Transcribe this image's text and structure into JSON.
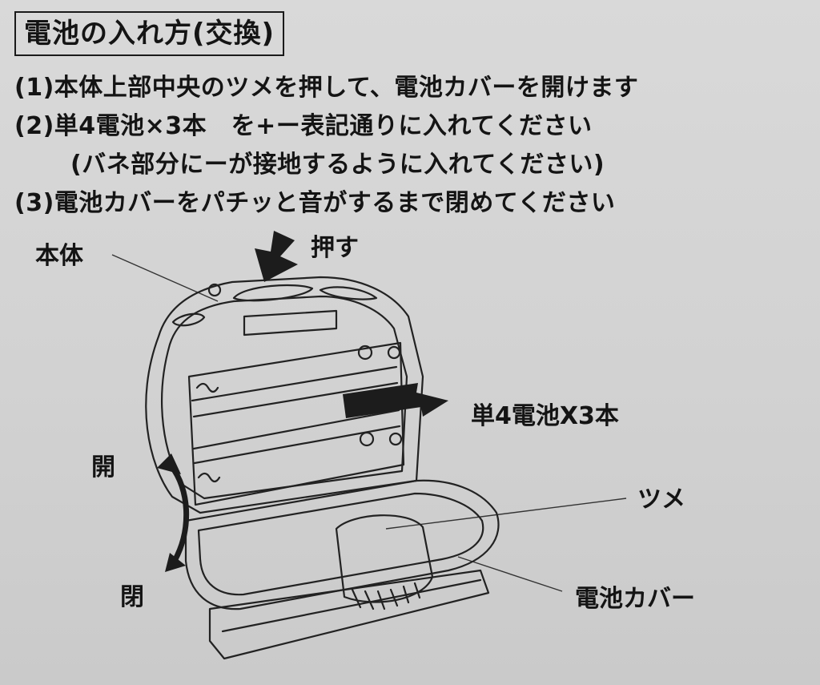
{
  "heading": "電池の入れ方(交換)",
  "steps": {
    "s1": "(1)本体上部中央のツメを押して、電池カバーを開けます",
    "s2": "(2)単4電池×3本　を+ー表記通りに入れてください",
    "s2_note": "(バネ部分にーが接地するように入れてください)",
    "s3": "(3)電池カバーをパチッと音がするまで閉めてください"
  },
  "labels": {
    "body": "本体",
    "push": "押す",
    "batteries": "単4電池X3本",
    "open": "開",
    "close": "閉",
    "latch": "ツメ",
    "cover": "電池カバー"
  }
}
